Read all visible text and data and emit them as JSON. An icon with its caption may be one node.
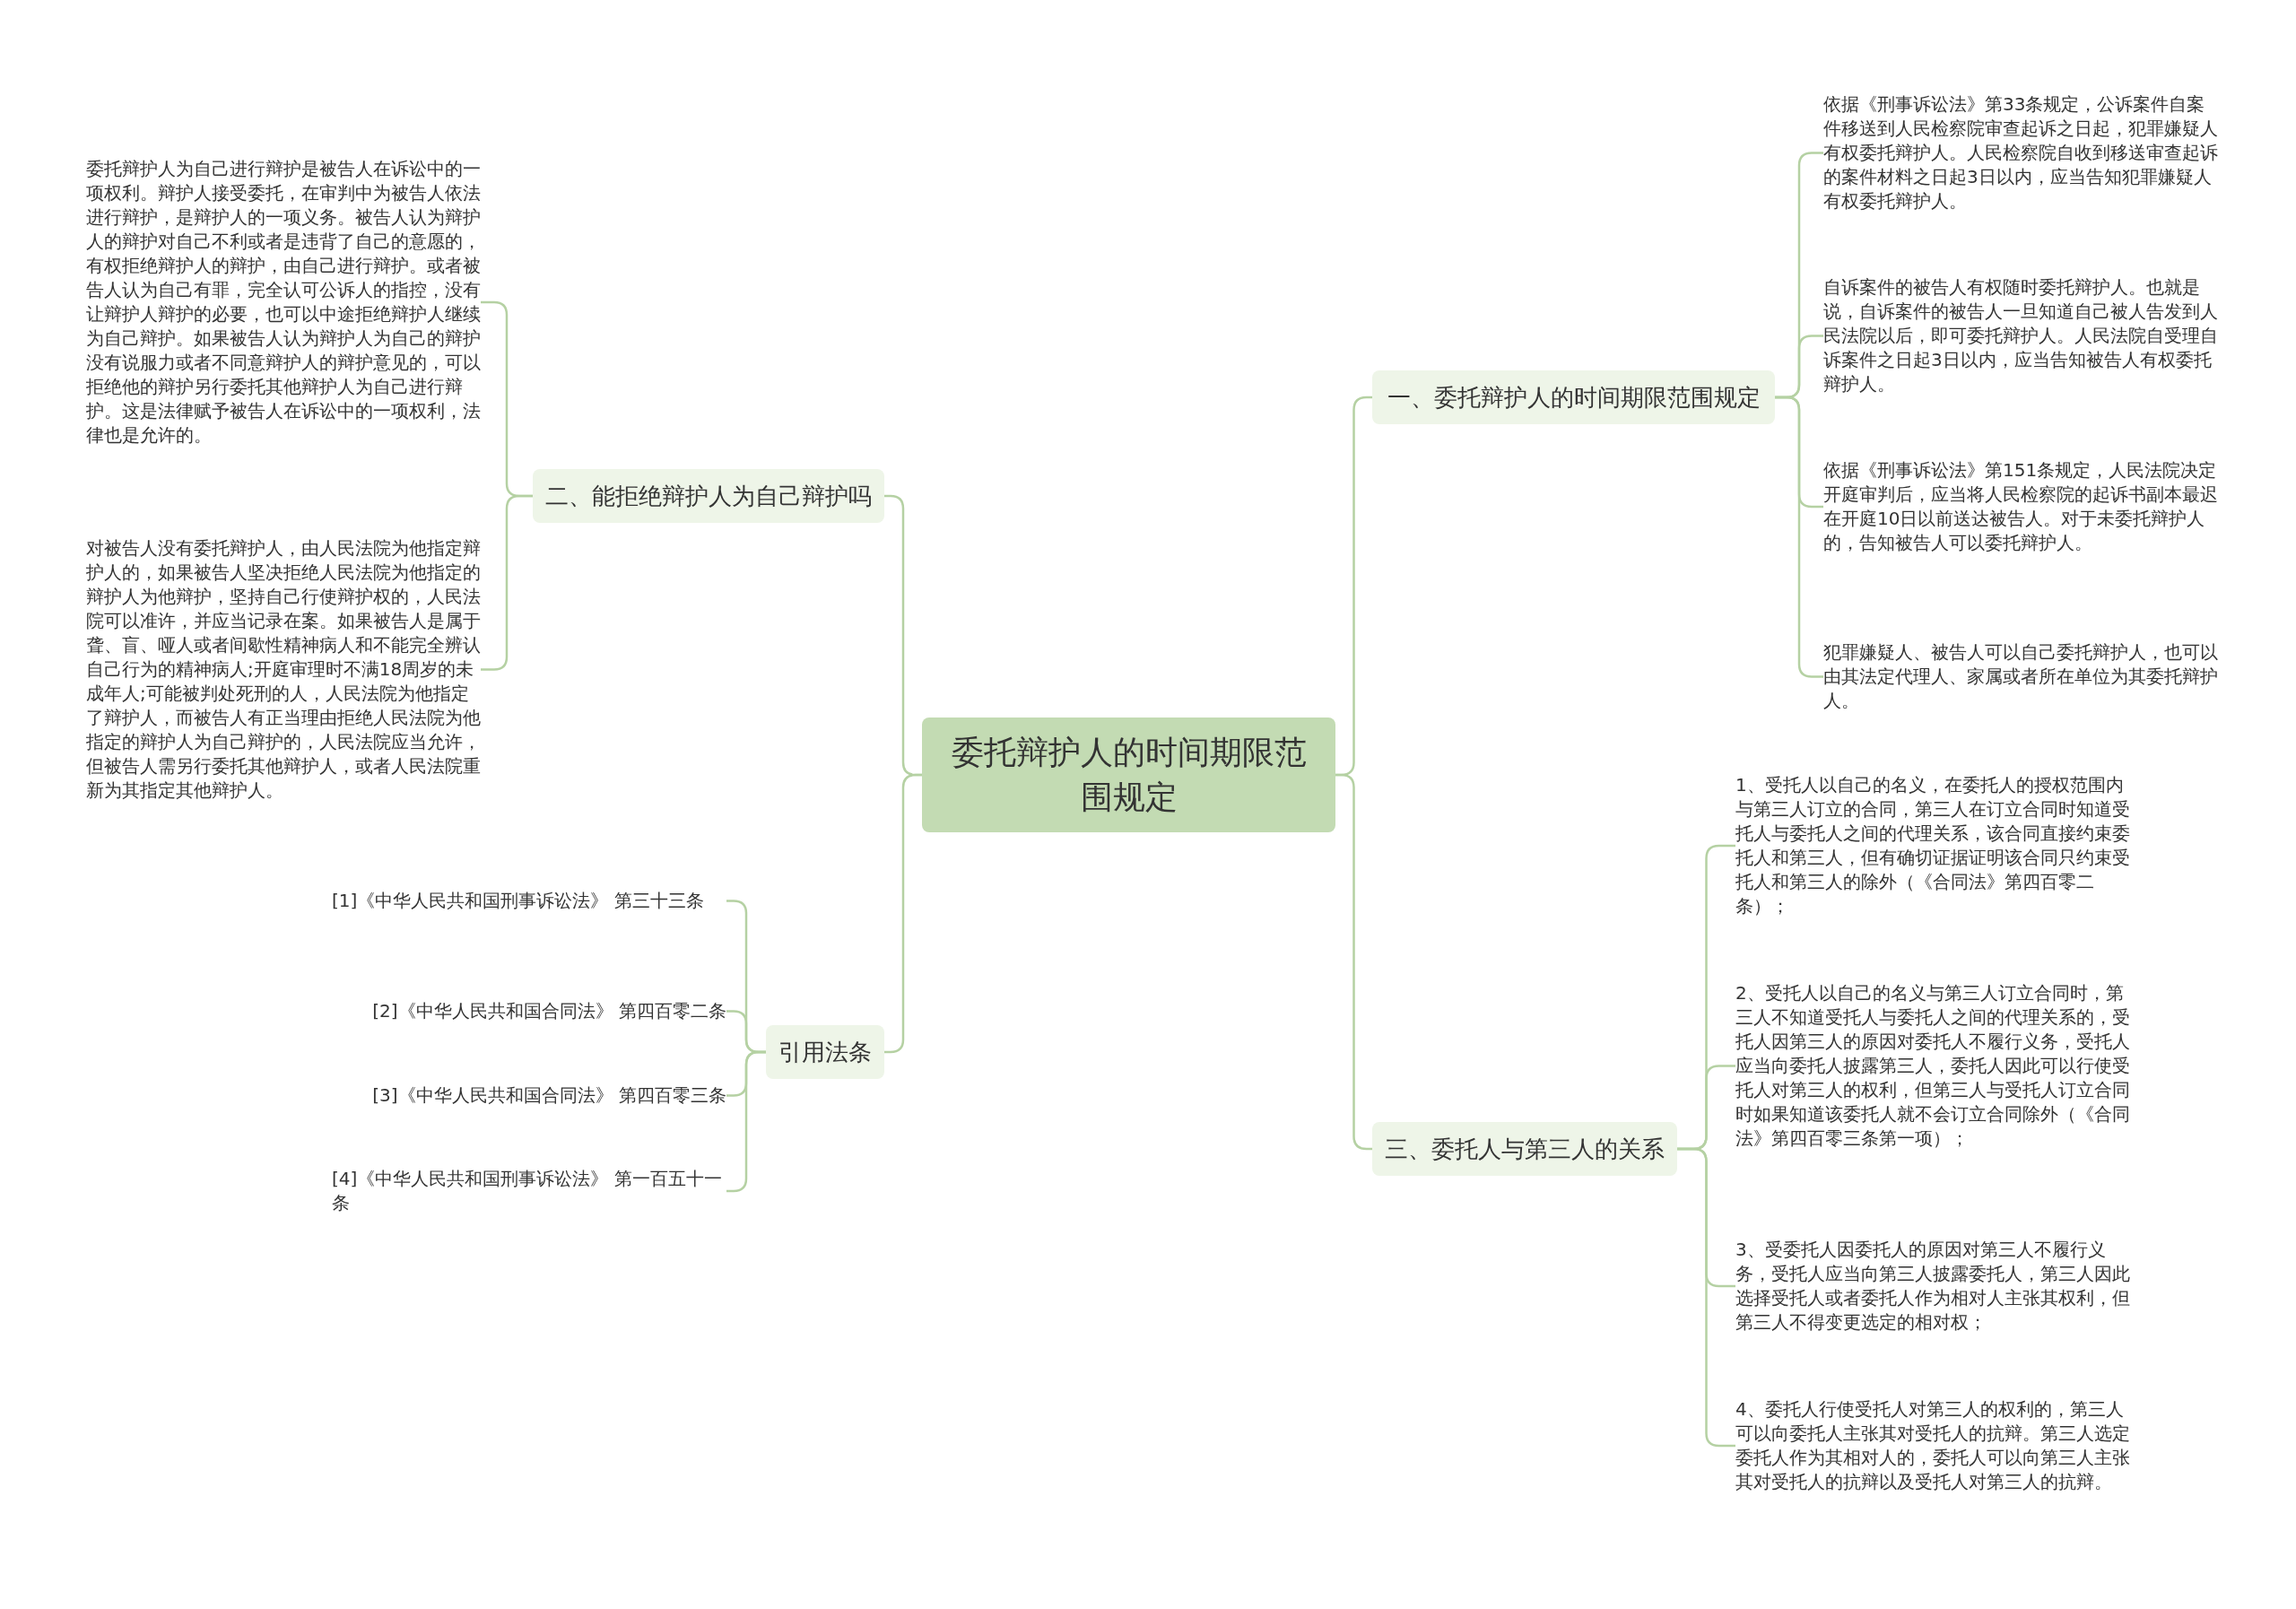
{
  "diagram": {
    "nodes": [
      {
        "text": [
          "委托辩护人的时间期限范围规定"
        ]
      },
      {
        "text": [
          "一、委托辩护人的时间期限范围规定"
        ]
      },
      {
        "text": [
          "依据《刑事诉讼法》第33条规定，公诉案件自案件移送到人民检察院审查起诉之日起，犯罪嫌疑人有权委托辩护人。人民检察院自收到移送审查起诉的案件材料之日起3日以内，应当告知犯罪嫌疑人有权委托辩护人。"
        ]
      },
      {
        "text": [
          "自诉案件的被告人有权随时委托辩护人。也就是说，自诉案件的被告人一旦知道自己被人告发到人民法院以后，即可委托辩护人。人民法院自受理自诉案件之日起3日以内，应当告知被告人有权委托辩护人。"
        ]
      },
      {
        "text": [
          "依据《刑事诉讼法》第151条规定，人民法院决定开庭审判后，应当将人民检察院的起诉书副本最迟在开庭10日以前送达被告人。对于未委托辩护人的，告知被告人可以委托辩护人。"
        ]
      },
      {
        "text": [
          "犯罪嫌疑人、被告人可以自己委托辩护人，也可以由其法定代理人、家属或者所在单位为其委托辩护人。"
        ]
      },
      {
        "text": [
          "三、委托人与第三人的关系"
        ]
      },
      {
        "text": [
          "1、受托人以自己的名义，在委托人的授权范围内与第三人订立的合同，第三人在订立合同时知道受托人与委托人之间的代理关系，该合同直接约束委托人和第三人，但有确切证据证明该合同只约束受托人和第三人的除外（《合同法》第四百零二条）；"
        ]
      },
      {
        "text": [
          "2、受托人以自己的名义与第三人订立合同时，第三人不知道受托人与委托人之间的代理关系的，受托人因第三人的原因对委托人不履行义务，受托人应当向委托人披露第三人，委托人因此可以行使受托人对第三人的权利，但第三人与受托人订立合同时如果知道该委托人就不会订立合同除外（《合同法》第四百零三条第一项）；"
        ]
      },
      {
        "text": [
          "3、受委托人因委托人的原因对第三人不履行义务，受托人应当向第三人披露委托人，第三人因此选择受托人或者委托人作为相对人主张其权利，但第三人不得变更选定的相对权；"
        ]
      },
      {
        "text": [
          "4、委托人行使受托人对第三人的权利的，第三人可以向委托人主张其对受托人的抗辩。第三人选定委托人作为其相对人的，委托人可以向第三人主张其对受托人的抗辩以及受托人对第三人的抗辩。"
        ]
      },
      {
        "text": [
          "二、能拒绝辩护人为自己辩护吗"
        ]
      },
      {
        "text": [
          "委托辩护人为自己进行辩护是被告人在诉讼中的一项权利。辩护人接受委托，在审判中为被告人依法进行辩护，是辩护人的一项义务。被告人认为辩护人的辩护对自己不利或者是违背了自己的意愿的，有权拒绝辩护人的辩护，由自己进行辩护。或者被告人认为自己有罪，完全认可公诉人的指控，没有让辩护人辩护的必要，也可以中途拒绝辩护人继续为自己辩护。如果被告人认为辩护人为自己的辩护没有说服力或者不同意辩护人的辩护意见的，可以拒绝他的辩护另行委托其他辩护人为自己进行辩护。这是法律赋予被告人在诉讼中的一项权利，法律也是允许的。"
        ]
      },
      {
        "text": [
          "对被告人没有委托辩护人，由人民法院为他指定辩护人的，如果被告人坚决拒绝人民法院为他指定的辩护人为他辩护，坚持自己行使辩护权的，人民法院可以准许，并应当记录在案。如果被告人是属于聋、盲、哑人或者间歇性精神病人和不能完全辨认自己行为的精神病人;开庭审理时不满18周岁的未成年人;可能被判处死刑的人，人民法院为他指定了辩护人，而被告人有正当理由拒绝人民法院为他指定的辩护人为自己辩护的，人民法院应当允许，但被告人需另行委托其他辩护人，或者人民法院重新为其指定其他辩护人。"
        ]
      },
      {
        "text": [
          "引用法条"
        ]
      },
      {
        "text": [
          "[1]《中华人民共和国刑事诉讼法》 第三十三条"
        ]
      },
      {
        "text": [
          "[2]《中华人民共和国合同法》 第四百零二条"
        ]
      },
      {
        "text": [
          "[3]《中华人民共和国合同法》 第四百零三条"
        ]
      },
      {
        "text": [
          "[4]《中华人民共和国刑事诉讼法》 第一百五十一条"
        ]
      }
    ],
    "edges": [
      {
        "from": 0,
        "to": 1,
        "arrow": "none"
      },
      {
        "from": 0,
        "to": 6,
        "arrow": "none"
      },
      {
        "from": 0,
        "to": 11,
        "arrow": "none"
      },
      {
        "from": 0,
        "to": 14,
        "arrow": "none"
      },
      {
        "from": 1,
        "to": 2,
        "arrow": "none"
      },
      {
        "from": 1,
        "to": 3,
        "arrow": "none"
      },
      {
        "from": 1,
        "to": 4,
        "arrow": "none"
      },
      {
        "from": 1,
        "to": 5,
        "arrow": "none"
      },
      {
        "from": 6,
        "to": 7,
        "arrow": "none"
      },
      {
        "from": 6,
        "to": 8,
        "arrow": "none"
      },
      {
        "from": 6,
        "to": 9,
        "arrow": "none"
      },
      {
        "from": 6,
        "to": 10,
        "arrow": "none"
      },
      {
        "from": 11,
        "to": 12,
        "arrow": "none"
      },
      {
        "from": 11,
        "to": 13,
        "arrow": "none"
      },
      {
        "from": 14,
        "to": 15,
        "arrow": "none"
      },
      {
        "from": 14,
        "to": 16,
        "arrow": "none"
      },
      {
        "from": 14,
        "to": 17,
        "arrow": "none"
      },
      {
        "from": 14,
        "to": 18,
        "arrow": "none"
      }
    ]
  }
}
